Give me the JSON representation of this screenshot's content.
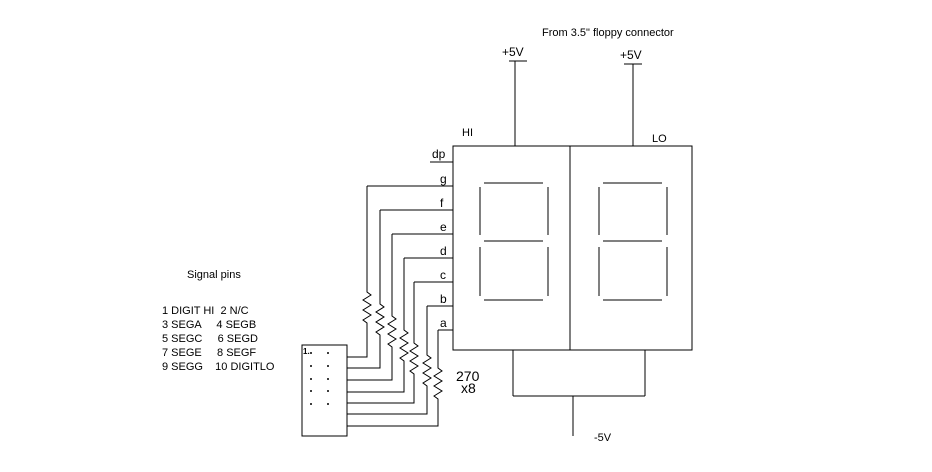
{
  "caption": "From 3.5\" floppy connector",
  "supply": {
    "positive": "+5V",
    "negative": "-5V"
  },
  "display": {
    "hi_label": "HI",
    "lo_label": "LO",
    "segment_pins": [
      "dp",
      "g",
      "f",
      "e",
      "d",
      "c",
      "b",
      "a"
    ]
  },
  "resistor": {
    "value": "270",
    "count": "x8"
  },
  "connector": {
    "pin1": "1."
  },
  "legend": {
    "title": "Signal pins",
    "rows": [
      "1 DIGIT HI  2 N/C",
      "3 SEGA     4 SEGB",
      "5 SEGC     6 SEGD",
      "7 SEGE     8 SEGF",
      "9 SEGG    10 DIGITLO"
    ]
  },
  "colors": {
    "ink": "#000000",
    "background": "#ffffff"
  }
}
